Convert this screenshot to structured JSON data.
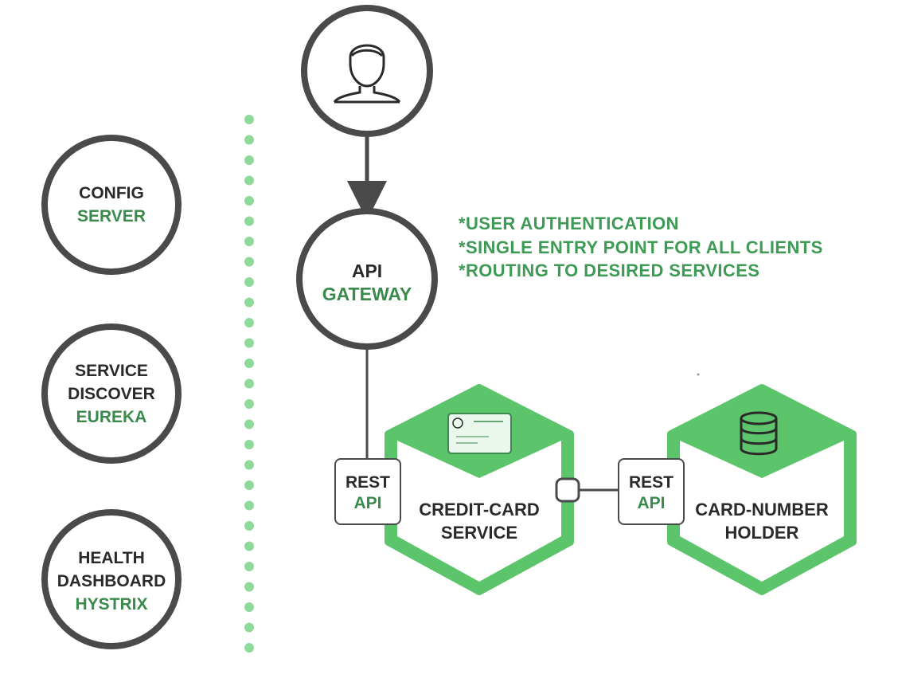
{
  "side_components": [
    {
      "lines": [
        "CONFIG"
      ],
      "highlight": "SERVER"
    },
    {
      "lines": [
        "SERVICE",
        "DISCOVER"
      ],
      "highlight": "EUREKA"
    },
    {
      "lines": [
        "HEALTH",
        "DASHBOARD"
      ],
      "highlight": "HYSTRIX"
    }
  ],
  "client": {
    "icon": "user-icon"
  },
  "gateway": {
    "line": "API",
    "highlight": "GATEWAY"
  },
  "gateway_features": [
    "*USER AUTHENTICATION",
    "*SINGLE ENTRY POINT FOR ALL CLIENTS",
    "*ROUTING TO DESIRED SERVICES"
  ],
  "services": [
    {
      "lines": [
        "CREDIT-CARD",
        "SERVICE"
      ],
      "icon": "credit-card-icon",
      "rest": {
        "line": "REST",
        "highlight": "API"
      }
    },
    {
      "lines": [
        "CARD-NUMBER",
        "HOLDER"
      ],
      "icon": "database-icon",
      "rest": {
        "line": "REST",
        "highlight": "API"
      }
    }
  ],
  "colors": {
    "accent_green": "#5cc46a",
    "label_green": "#3a8a4c",
    "note_green": "#3f9a55",
    "stroke": "#4a4a4a",
    "dots": "#8fd99a"
  }
}
